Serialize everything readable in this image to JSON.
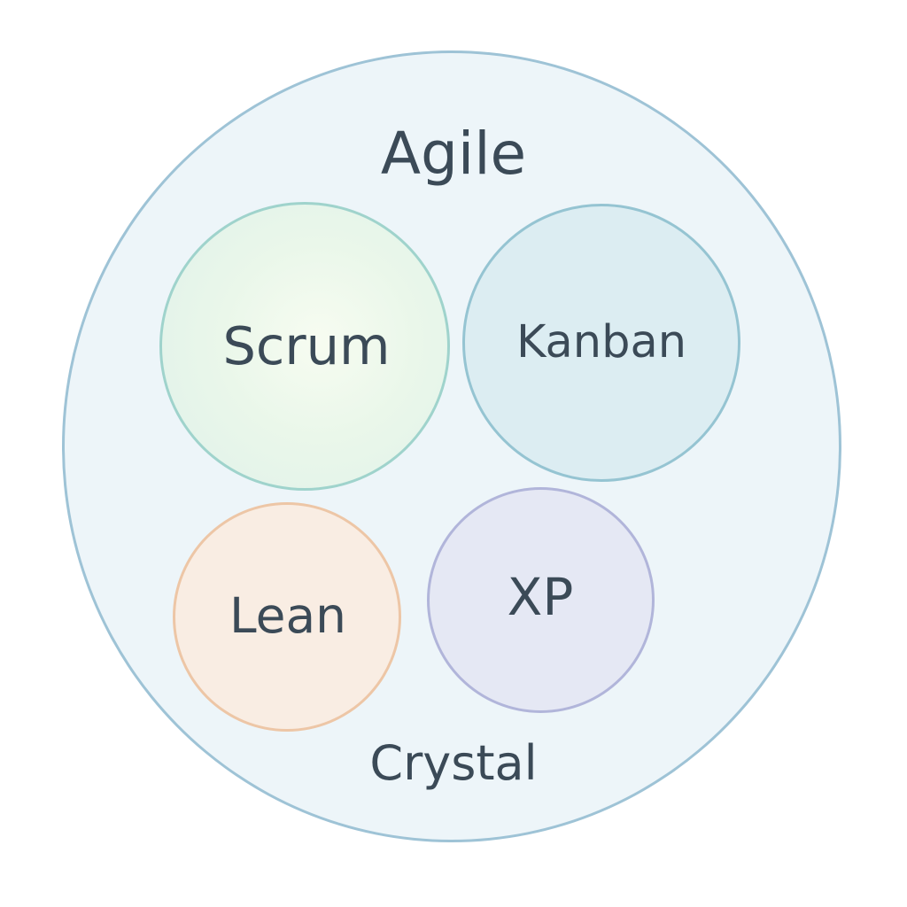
{
  "diagram": {
    "outer": {
      "label": "Agile",
      "fill": "#edf5f9",
      "stroke": "#9ec3d6"
    },
    "methods": [
      {
        "label": "Scrum",
        "fill": "#eaf7ea",
        "stroke": "#9fd3cc"
      },
      {
        "label": "Kanban",
        "fill": "#dcedf2",
        "stroke": "#95c4d2"
      },
      {
        "label": "Lean",
        "fill": "#f9ede3",
        "stroke": "#edc6a6"
      },
      {
        "label": "XP",
        "fill": "#e5e8f4",
        "stroke": "#b1b5da"
      }
    ],
    "uncircled_label": "Crystal",
    "text_color": "#3b4a57"
  }
}
